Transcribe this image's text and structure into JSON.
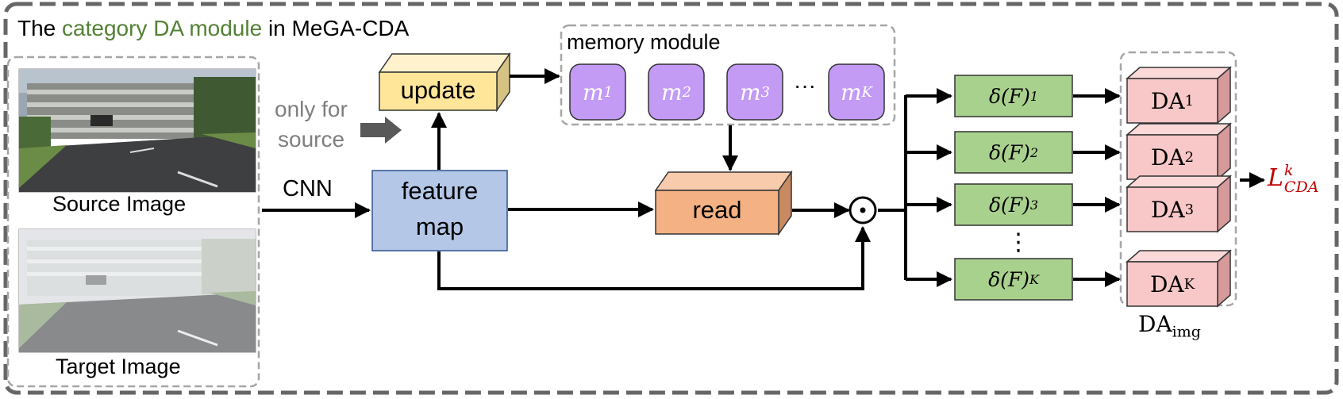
{
  "title": {
    "prefix": "The ",
    "highlight": "category DA module",
    "suffix": " in MeGA-CDA"
  },
  "colors": {
    "highlight": "#538135",
    "loss": "#c00000",
    "update_box": "#ffe699",
    "feature_box": "#b4c7e7",
    "read_box": "#f4b183",
    "memory_slot": "#c39bf5",
    "delta_box": "#a9d18e",
    "da_box": "#f8c7c7"
  },
  "images": {
    "source_caption": "Source Image",
    "target_caption": "Target Image"
  },
  "labels": {
    "cnn": "CNN",
    "only_for_line1": "only for",
    "only_for_line2": "source",
    "update": "update",
    "feature_line1": "feature",
    "feature_line2": "map",
    "read": "read",
    "memory_module": "memory module",
    "ellipsis_h": "···",
    "ellipsis_v": "⋮",
    "operator": "⊙"
  },
  "memory_slots": [
    {
      "base": "m",
      "sub": "1"
    },
    {
      "base": "m",
      "sub": "2"
    },
    {
      "base": "m",
      "sub": "3"
    },
    {
      "base": "m",
      "sub": "K"
    }
  ],
  "deltas": [
    {
      "text": "δ(F)",
      "sub": "1"
    },
    {
      "text": "δ(F)",
      "sub": "2"
    },
    {
      "text": "δ(F)",
      "sub": "3"
    },
    {
      "text": "δ(F)",
      "sub": "K"
    }
  ],
  "da_boxes": [
    {
      "text": "DA",
      "sub": "1"
    },
    {
      "text": "DA",
      "sub": "2"
    },
    {
      "text": "DA",
      "sub": "3"
    },
    {
      "text": "DA",
      "sub": "K"
    }
  ],
  "da_img": {
    "text": "DA",
    "sub": "img"
  },
  "loss": {
    "base": "L",
    "sup": "k",
    "sub": "CDA"
  }
}
